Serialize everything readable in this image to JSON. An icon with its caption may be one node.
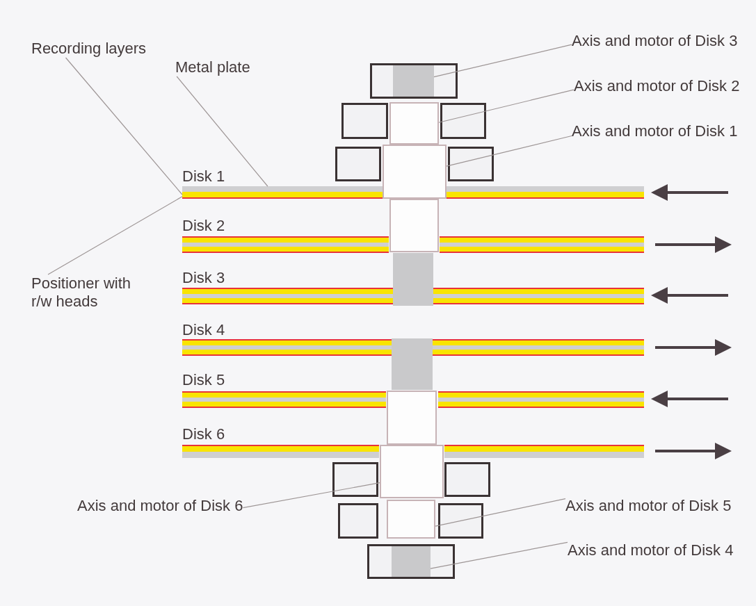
{
  "diagram": {
    "nodes": [
      {
        "text": [
          "Axis and motor of Disk 3"
        ]
      },
      {
        "text": [
          "Recording layers"
        ]
      },
      {
        "text": [
          "Metal plate"
        ]
      },
      {
        "text": [],
        "shape": "bar"
      },
      {
        "text": [
          "Axis and motor of Disk 2"
        ]
      },
      {
        "text": [],
        "shape": "box"
      },
      {
        "text": [
          "Axis and motor of Disk 1"
        ]
      },
      {
        "text": [],
        "shape": "box"
      },
      {
        "text": [
          "Disk 1"
        ]
      },
      {
        "text": [],
        "shape": "bar",
        "in": 8
      },
      {
        "text": [],
        "shape": "bar",
        "in": 8
      },
      {
        "text": [],
        "shape": "box"
      },
      {
        "text": [
          "Disk 2"
        ]
      },
      {
        "text": [
          "Positioner with r/w heads"
        ]
      },
      {
        "text": [],
        "shape": "bar"
      },
      {
        "text": [
          "Disk 3"
        ]
      },
      {
        "text": [
          "Disk 4"
        ]
      },
      {
        "text": [],
        "shape": "bar"
      },
      {
        "text": [
          "Disk 5"
        ]
      },
      {
        "text": [],
        "shape": "box"
      },
      {
        "text": [
          "Disk 6"
        ]
      },
      {
        "text": [],
        "shape": "box"
      },
      {
        "text": [
          "Axis and motor of Disk 6"
        ]
      },
      {
        "text": [],
        "shape": "box"
      },
      {
        "text": [
          "Axis and motor of Disk 5"
        ]
      },
      {
        "text": [],
        "shape": "bar"
      },
      {
        "text": [
          "Axis and motor of Disk 4"
        ]
      }
    ],
    "edges": [
      {
        "from": 0,
        "to": 3,
        "arrow": "none"
      },
      {
        "from": 1,
        "to": 10,
        "arrow": "none"
      },
      {
        "from": 2,
        "to": 9,
        "arrow": "none"
      },
      {
        "from": 4,
        "to": 5,
        "arrow": "none"
      },
      {
        "from": 6,
        "to": 7,
        "arrow": "none"
      },
      {
        "from": 13,
        "to": 8,
        "arrow": "none"
      },
      {
        "from": 22,
        "to": 21,
        "arrow": "none"
      },
      {
        "from": 24,
        "to": 23,
        "arrow": "none"
      },
      {
        "from": 26,
        "to": 25,
        "arrow": "none"
      }
    ]
  }
}
